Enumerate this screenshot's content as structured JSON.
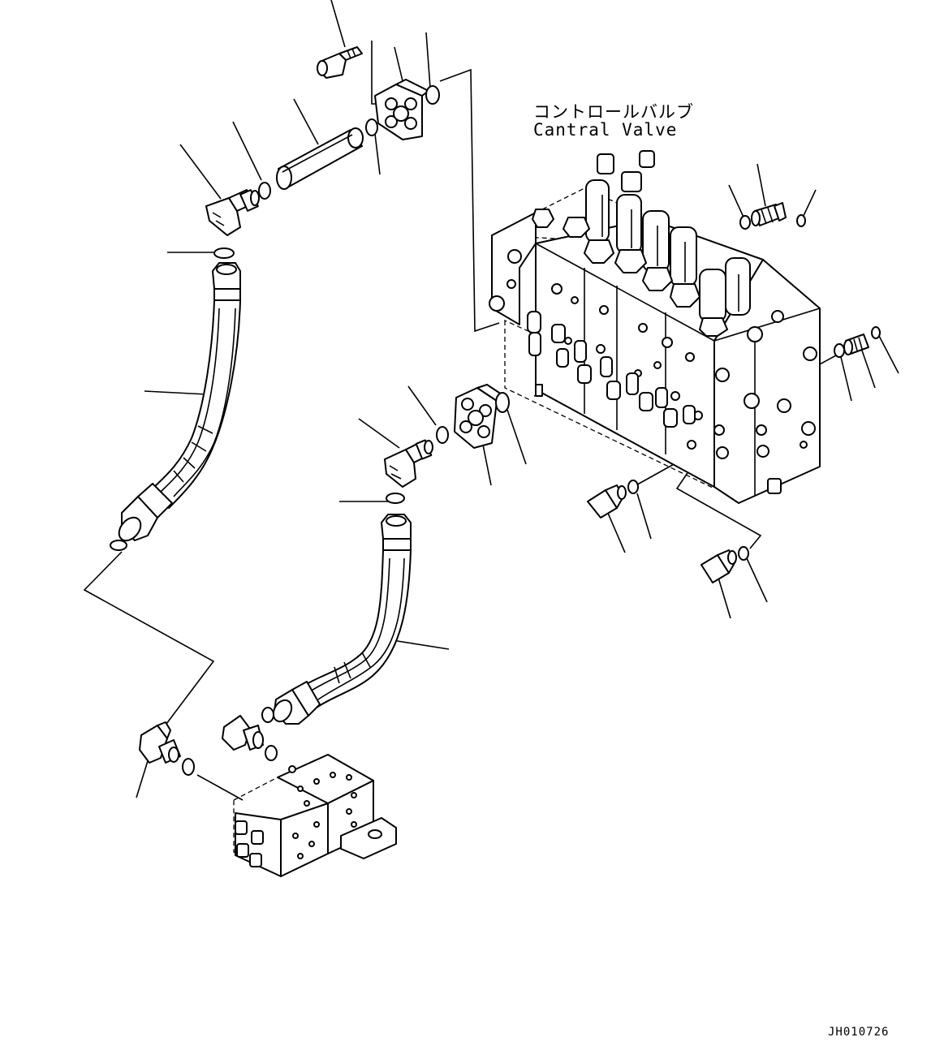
{
  "labels": {
    "title_jp": "コントロールバルブ",
    "title_en": "Cantral Valve",
    "drawing_code": "JH010726"
  },
  "parts": [
    {
      "name": "bolt"
    },
    {
      "name": "flange-upper"
    },
    {
      "name": "o-ring-upper-right"
    },
    {
      "name": "tube"
    },
    {
      "name": "o-ring-tube"
    },
    {
      "name": "elbow-upper"
    },
    {
      "name": "o-ring-elbow-upper"
    },
    {
      "name": "hose-left"
    },
    {
      "name": "hose-right"
    },
    {
      "name": "flange-middle"
    },
    {
      "name": "elbow-middle"
    },
    {
      "name": "adapter-right"
    },
    {
      "name": "tee-lower-left"
    },
    {
      "name": "tee-lower-right"
    },
    {
      "name": "control-valve"
    },
    {
      "name": "solenoid-block"
    }
  ]
}
